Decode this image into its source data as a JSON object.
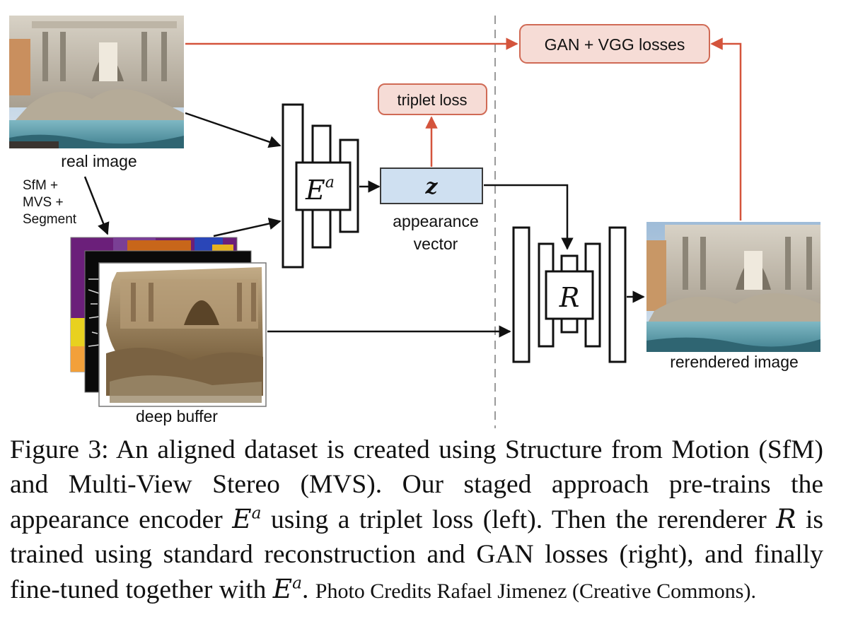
{
  "diagram": {
    "labels": {
      "real_image": "real image",
      "sfm_line1": "SfM +",
      "sfm_line2": "MVS +",
      "sfm_line3": "Segment",
      "deep_buffer": "deep buffer",
      "encoder": "E",
      "encoder_sup": "a",
      "z_vector": "z",
      "appearance_line1": "appearance",
      "appearance_line2": "vector",
      "triplet_loss": "triplet loss",
      "gan_vgg_losses": "GAN + VGG losses",
      "rerenderer": "R",
      "rerendered_image": "rerendered image"
    },
    "colors": {
      "loss_fill": "#f6dcd6",
      "loss_stroke": "#d06a55",
      "loss_arrow": "#d4543c",
      "z_fill": "#cfe0f1",
      "z_stroke": "#3a3a3a",
      "divider": "#9a9a9a",
      "arrow": "#111111"
    }
  },
  "caption": {
    "part1": "Figure 3: An aligned dataset is created using Structure from Motion (SfM) and Multi-View Stereo (MVS). Our staged approach pre-trains the appearance encoder ",
    "math1_base": "E",
    "math1_sup": "a",
    "part2": " using a triplet loss (left). Then the rerenderer ",
    "math2": "R",
    "part3": " is trained using standard reconstruction and GAN losses (right), and finally fine-tuned together with ",
    "math3_base": "E",
    "math3_sup": "a",
    "part4": ". ",
    "photo_credits": "Photo Credits Rafael Jimenez (Creative Commons)."
  }
}
